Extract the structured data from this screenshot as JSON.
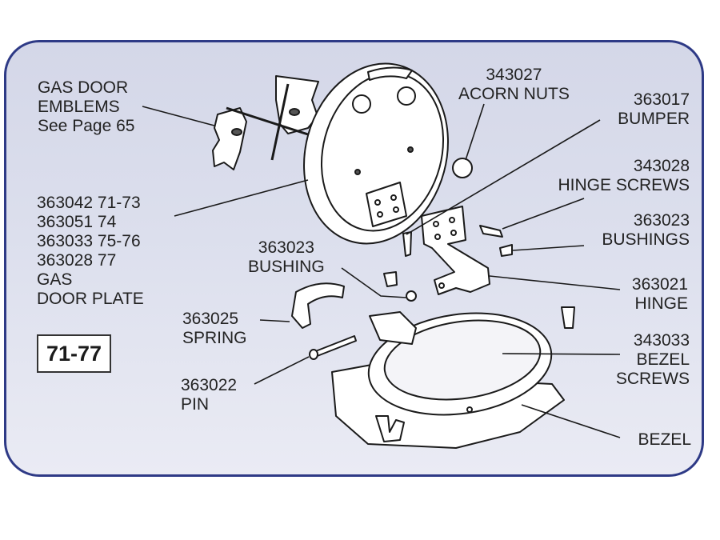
{
  "year_range": "71-77",
  "labels": {
    "emblems": [
      "GAS DOOR",
      "EMBLEMS",
      "See Page 65"
    ],
    "door_plate": [
      "363042 71-73",
      "363051 74",
      "363033 75-76",
      "363028 77",
      "GAS",
      "DOOR PLATE"
    ],
    "acorn_nuts": [
      "343027",
      "ACORN NUTS"
    ],
    "bumper": [
      "363017",
      "BUMPER"
    ],
    "hinge_screws": [
      "343028",
      "HINGE SCREWS"
    ],
    "bushings": [
      "363023",
      "BUSHINGS"
    ],
    "bushing": [
      "363023",
      "BUSHING"
    ],
    "hinge": [
      "363021",
      "HINGE"
    ],
    "spring": [
      "363025",
      "SPRING"
    ],
    "pin": [
      "363022",
      "PIN"
    ],
    "bezel_screws": [
      "343033",
      "BEZEL",
      "SCREWS"
    ],
    "bezel": [
      "BEZEL"
    ]
  },
  "colors": {
    "border": "#2e3a86",
    "text": "#222222"
  }
}
